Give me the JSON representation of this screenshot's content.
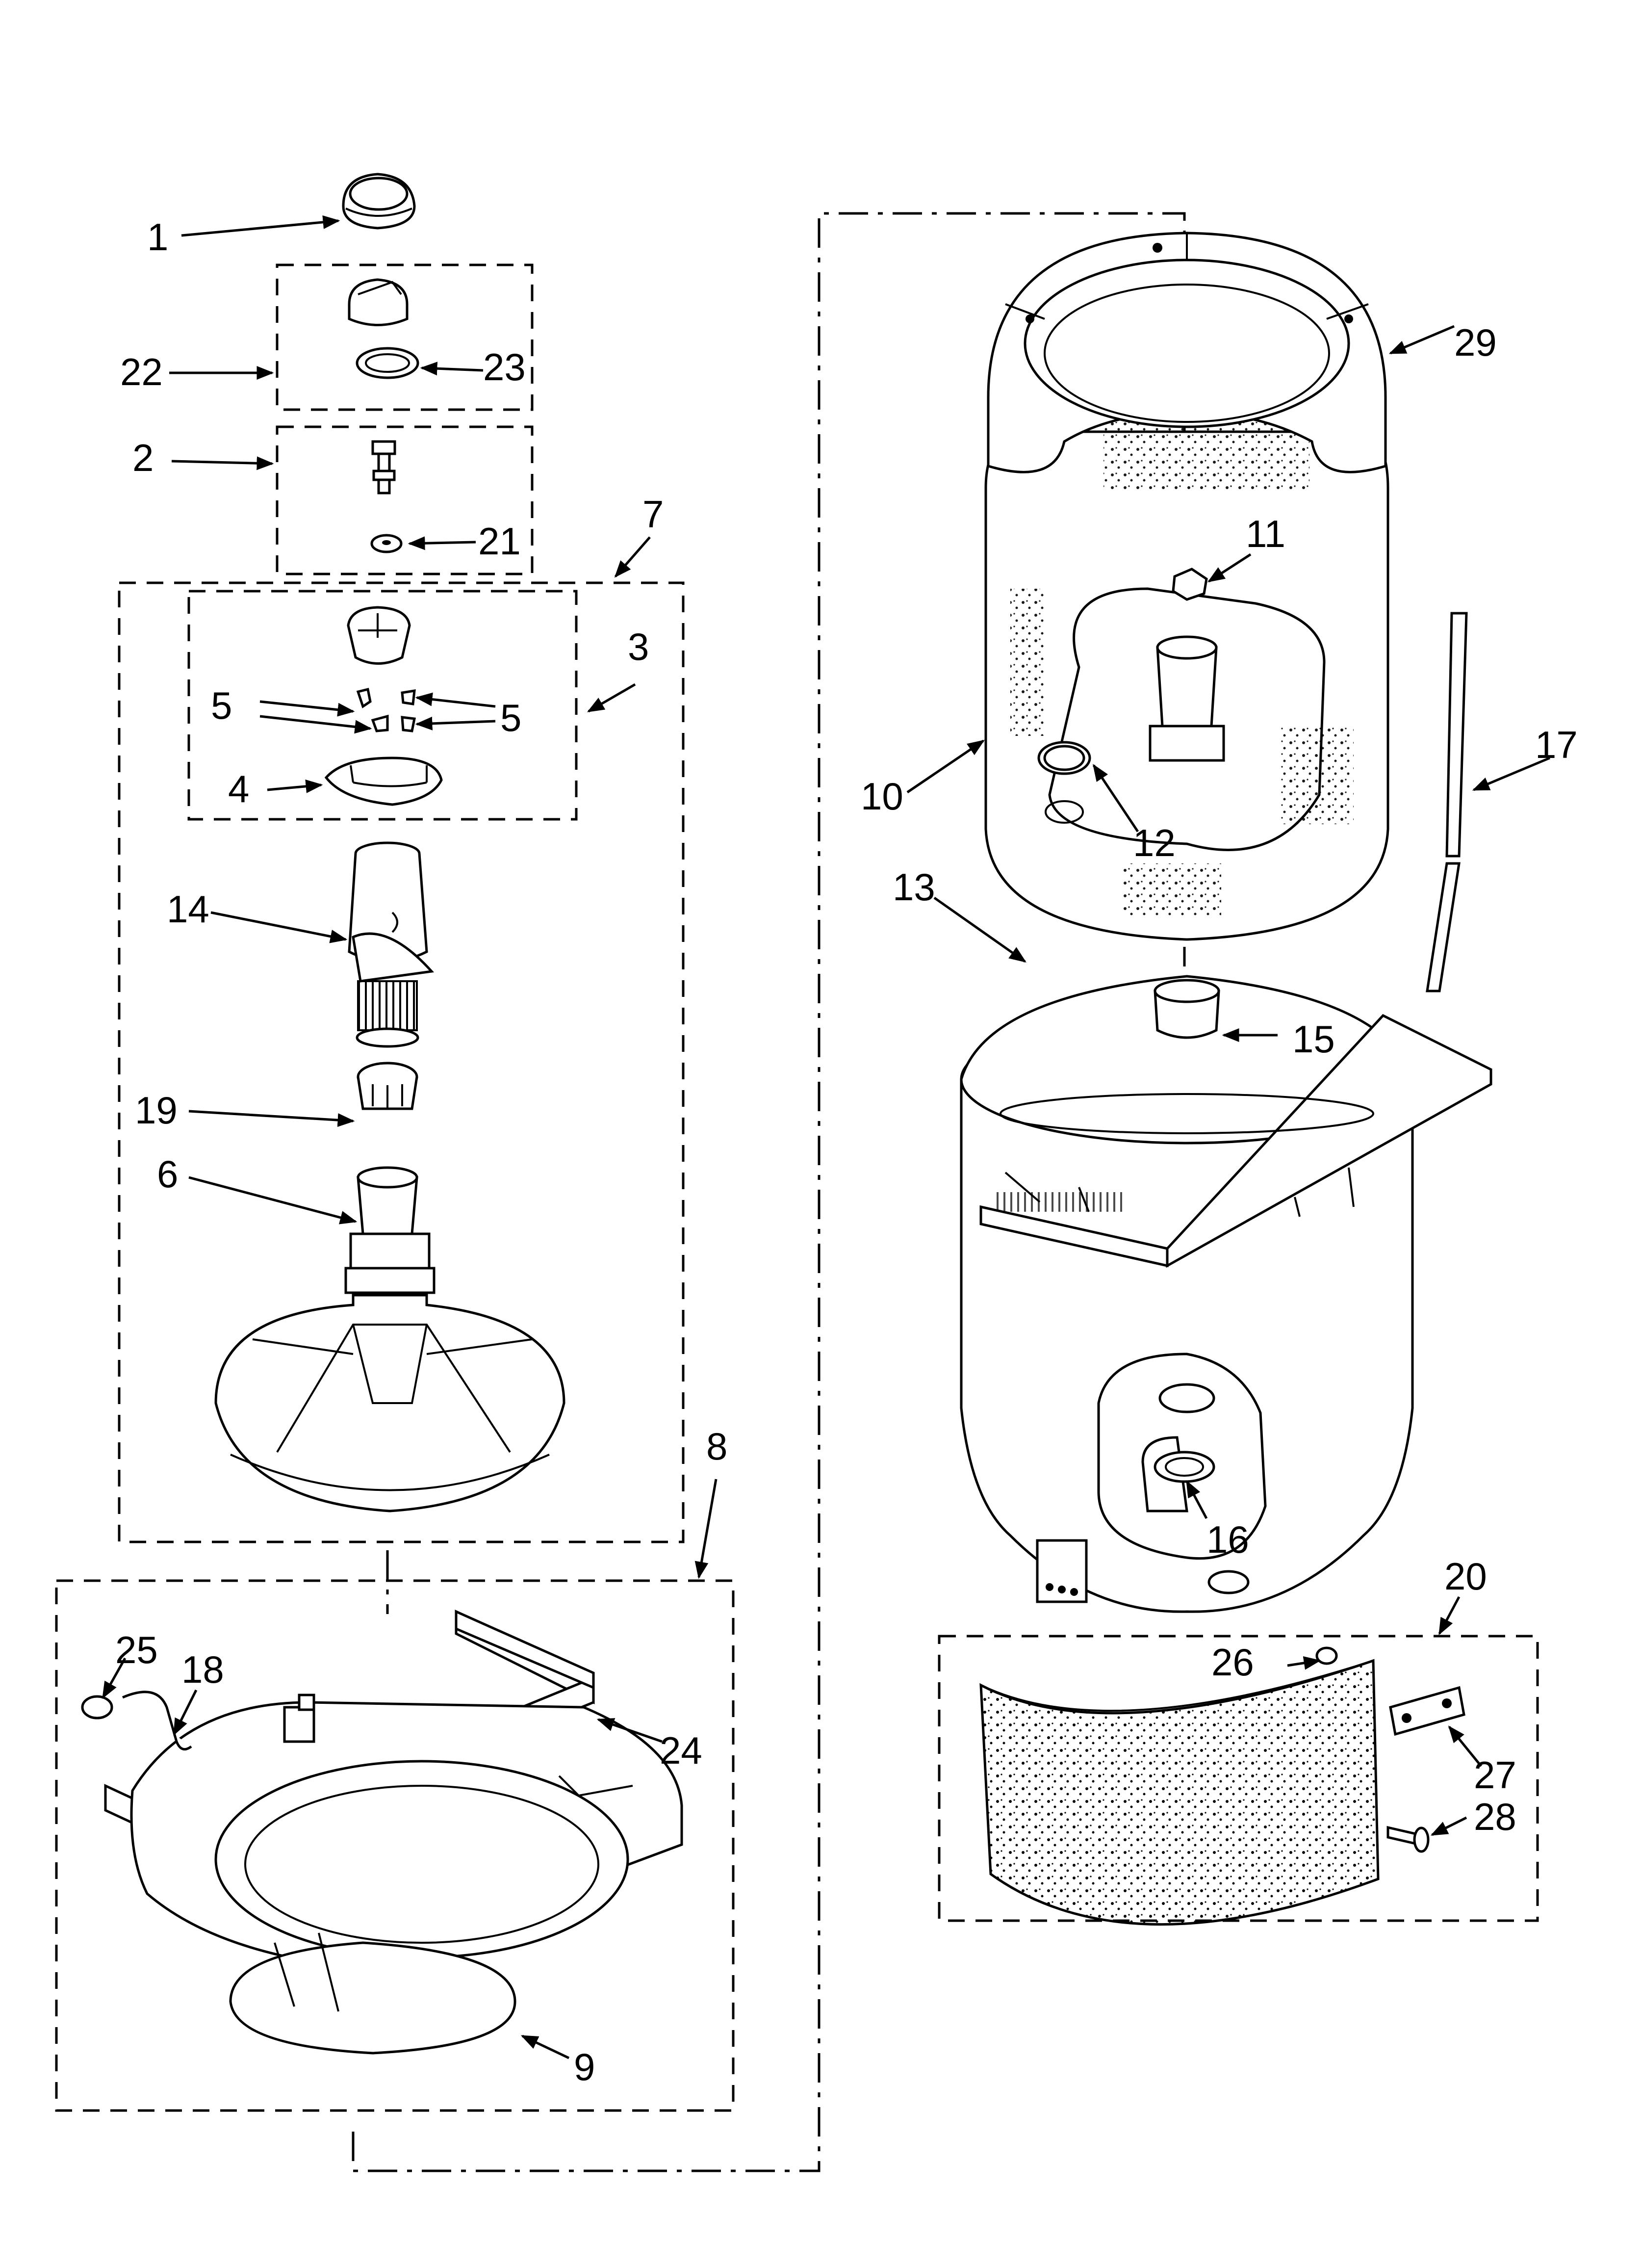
{
  "diagram": {
    "callouts": {
      "p1": "1",
      "p2": "2",
      "p3": "3",
      "p4": "4",
      "p5a": "5",
      "p5b": "5",
      "p6": "6",
      "p7": "7",
      "p8": "8",
      "p9": "9",
      "p10": "10",
      "p11": "11",
      "p12": "12",
      "p13": "13",
      "p14": "14",
      "p15": "15",
      "p16": "16",
      "p17": "17",
      "p18": "18",
      "p19": "19",
      "p20": "20",
      "p21": "21",
      "p22": "22",
      "p23": "23",
      "p24": "24",
      "p25": "25",
      "p26": "26",
      "p27": "27",
      "p28": "28",
      "p29": "29"
    },
    "colors": {
      "ink": "#000000",
      "paper": "#ffffff"
    }
  }
}
